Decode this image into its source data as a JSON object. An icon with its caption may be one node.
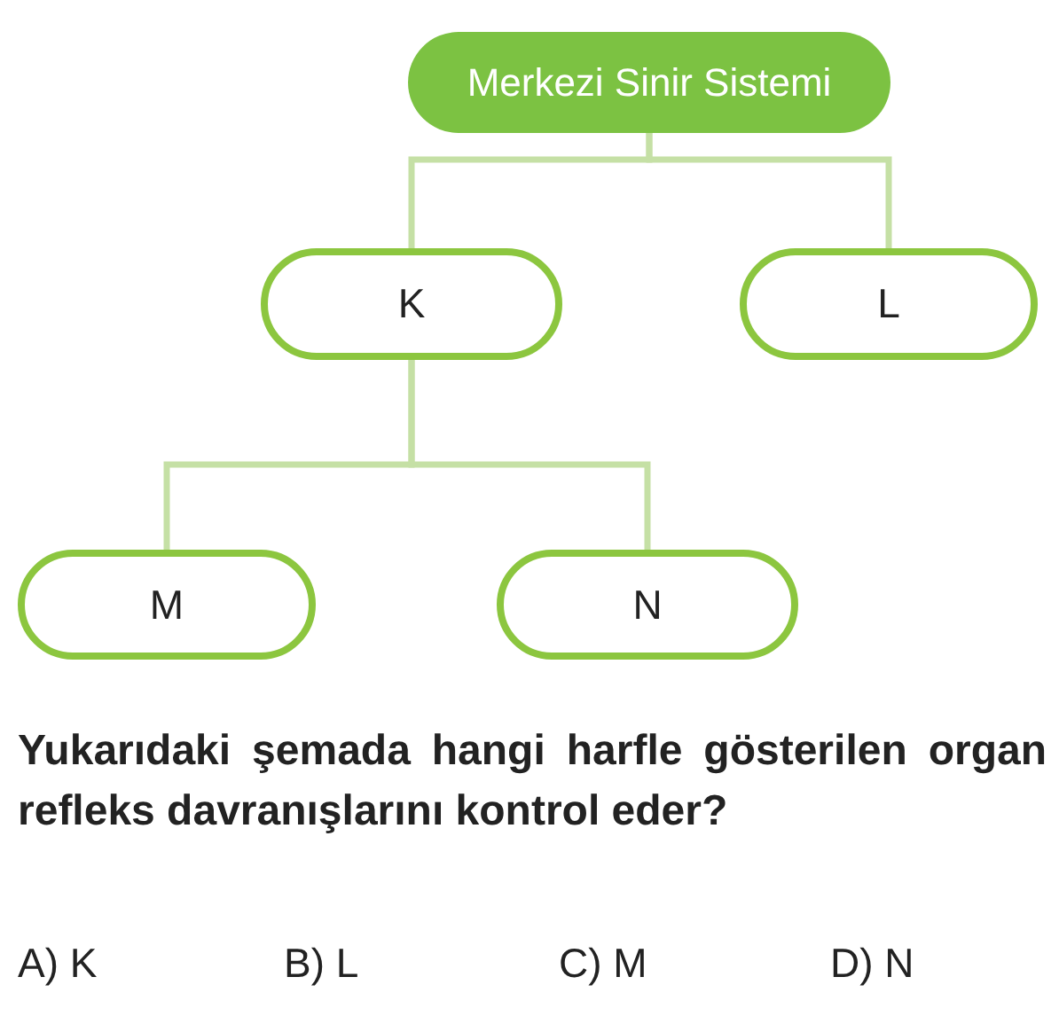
{
  "diagram": {
    "nodes": [
      {
        "text": [
          "Merkezi Sinir Sistemi"
        ]
      },
      {
        "text": [
          "K"
        ]
      },
      {
        "text": [
          "L"
        ]
      },
      {
        "text": [
          "M"
        ]
      },
      {
        "text": [
          "N"
        ]
      }
    ],
    "edges": [
      {
        "from": 0,
        "to": 1,
        "arrow": "none"
      },
      {
        "from": 0,
        "to": 2,
        "arrow": "none"
      },
      {
        "from": 1,
        "to": 3,
        "arrow": "none"
      },
      {
        "from": 1,
        "to": 4,
        "arrow": "none"
      }
    ],
    "labels": [
      "Yukarıdaki şemada hangi harfle gösterilen organ refleks davranışlarını kontrol eder?",
      "A) K",
      "B) L",
      "C) M",
      "D) N"
    ]
  }
}
